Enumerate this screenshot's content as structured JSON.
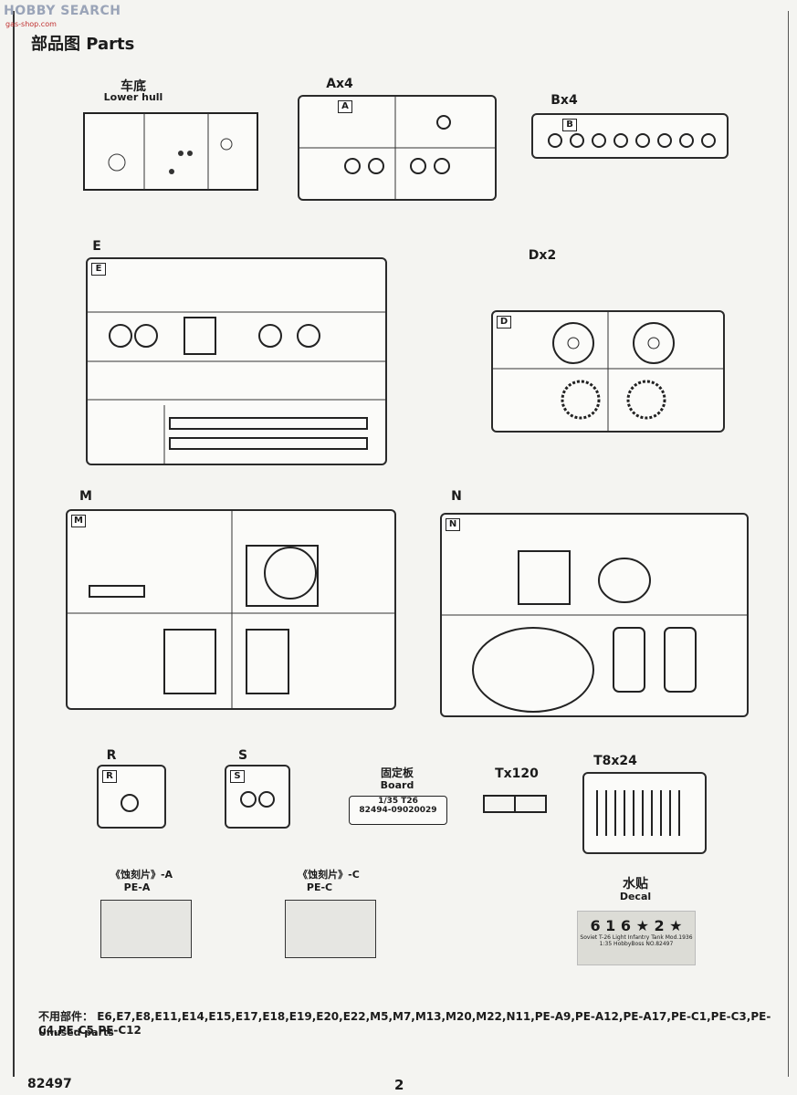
{
  "watermark": {
    "text": "HOBBY SEARCH",
    "sub": "gas-shop.com"
  },
  "title": "部品图  Parts",
  "parts": {
    "lower_hull": {
      "cn": "车底",
      "en": "Lower hull"
    },
    "A": {
      "label": "Ax4",
      "tag": "A"
    },
    "B": {
      "label": "Bx4",
      "tag": "B"
    },
    "E": {
      "label": "E",
      "tag": "E"
    },
    "D": {
      "label": "Dx2",
      "tag": "D"
    },
    "M": {
      "label": "M",
      "tag": "M"
    },
    "N": {
      "label": "N",
      "tag": "N"
    },
    "R": {
      "label": "R",
      "tag": "R"
    },
    "S": {
      "label": "S",
      "tag": "S"
    },
    "board": {
      "cn": "固定板",
      "en": "Board",
      "line1": "1/35  T26",
      "line2": "82494-09020029"
    },
    "T": {
      "label": "Tx120"
    },
    "T8": {
      "label": "T8x24"
    },
    "PE_A": {
      "cn": "《蚀刻片》-A",
      "en": "PE-A"
    },
    "PE_C": {
      "cn": "《蚀刻片》-C",
      "en": "PE-C"
    },
    "decal": {
      "cn": "水贴",
      "en": "Decal",
      "chars": "6 1 6  ★ 2 ★",
      "text1": "Soviet T-26 Light Infantry Tank Mod.1936",
      "text2": "1:35  HobbyBoss  NO.82497"
    }
  },
  "unused": {
    "cn": "不用部件：",
    "list": "E6,E7,E8,E11,E14,E15,E17,E18,E19,E20,E22,M5,M7,M13,M20,M22,N11,PE-A9,PE-A12,PE-A17,PE-C1,PE-C3,PE-C4,PE-C5,PE-C12",
    "en": "Unused parts"
  },
  "footer": {
    "product_no": "82497",
    "page": "2"
  }
}
